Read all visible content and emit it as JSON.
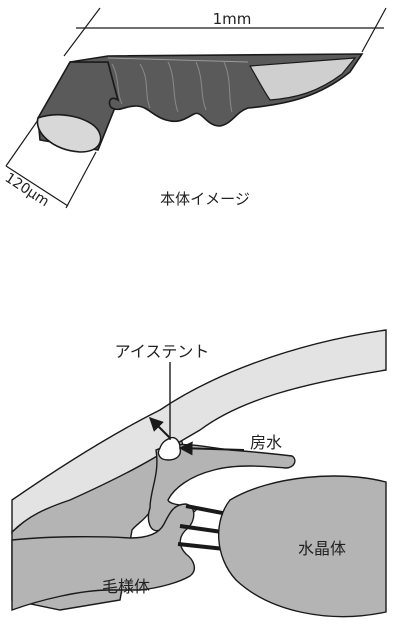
{
  "top_figure": {
    "length_label": "1mm",
    "diameter_label": "120μm",
    "caption": "本体イメージ"
  },
  "bottom_figure": {
    "stent_label": "アイステント",
    "aqueous_label": "房水",
    "lens_label": "水晶体",
    "ciliary_label": "毛様体"
  },
  "colors": {
    "stent_dark": "#5a5a5a",
    "tissue_gray": "#b4b4b4",
    "cornea_light": "#e3e3e3",
    "line": "#1a1a1a"
  }
}
